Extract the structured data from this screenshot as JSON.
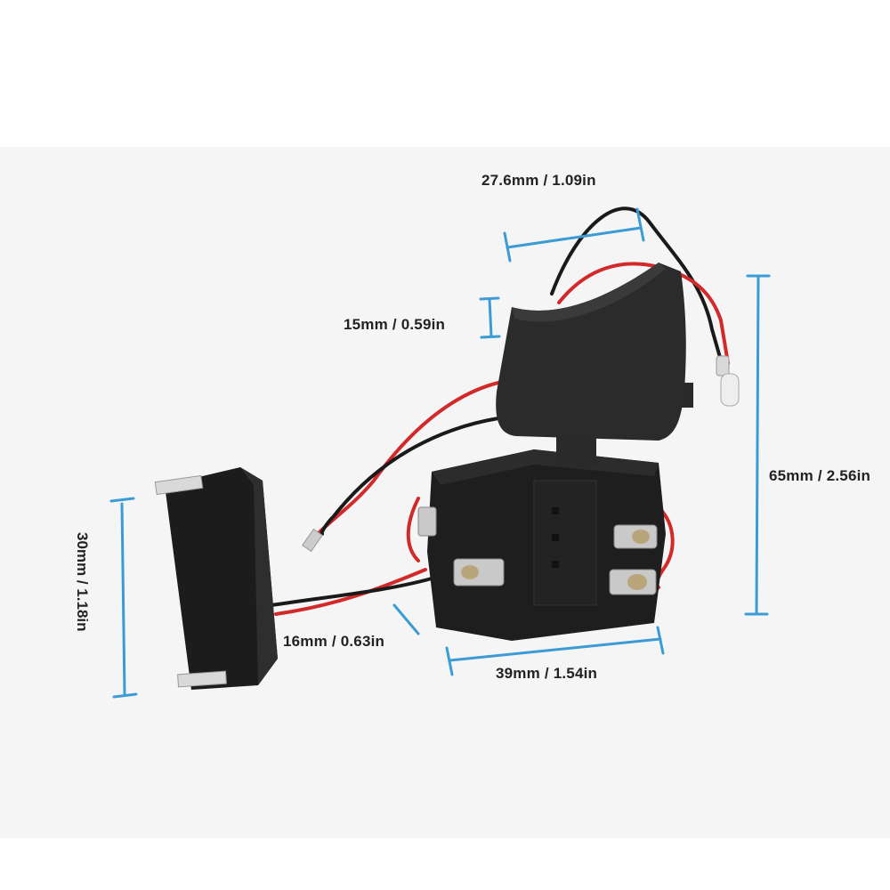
{
  "dimensions": {
    "trigger_width": "27.6mm / 1.09in",
    "trigger_height": "15mm / 0.59in",
    "total_height": "65mm / 2.56in",
    "plug_height": "30mm / 1.18in",
    "body_depth": "16mm / 0.63in",
    "body_width": "39mm / 1.54in"
  },
  "colors": {
    "dimension_line": "#3b9bd4",
    "switch_body": "#1e1e1e",
    "wire_red": "#d22a2a",
    "wire_black": "#1a1a1a",
    "terminal_metal": "#c9c9c9",
    "background": "#f5f5f5"
  }
}
